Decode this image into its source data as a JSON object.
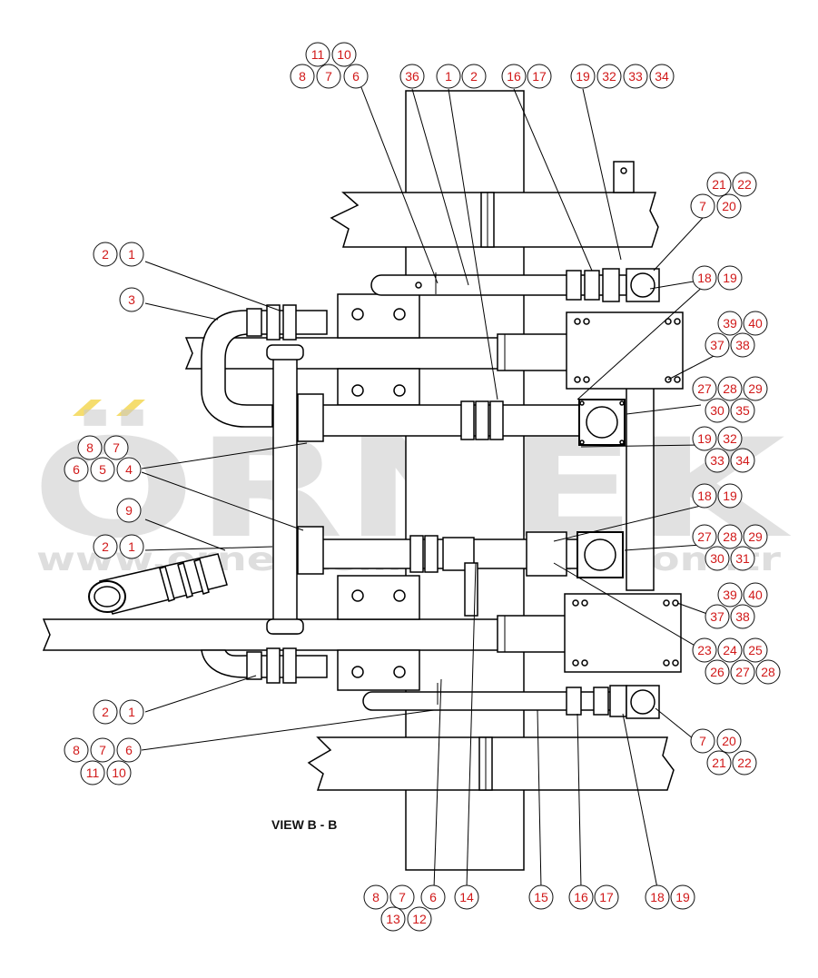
{
  "view_label": "VIEW B - B",
  "watermark": {
    "main": "ÖRNEK",
    "url": "www.orneklismakinalari.com.tr",
    "accent_color": "#f2d44a",
    "text_color": "#c9c9c9"
  },
  "colors": {
    "callout_number": "#d11919",
    "lines": "#000000"
  },
  "callouts": [
    {
      "id": "c1",
      "n": "11"
    },
    {
      "id": "c2",
      "n": "10"
    },
    {
      "id": "c3",
      "n": "8"
    },
    {
      "id": "c4",
      "n": "7"
    },
    {
      "id": "c5",
      "n": "6"
    },
    {
      "id": "c6",
      "n": "36"
    },
    {
      "id": "c7",
      "n": "1"
    },
    {
      "id": "c8",
      "n": "2"
    },
    {
      "id": "c9",
      "n": "16"
    },
    {
      "id": "c10",
      "n": "17"
    },
    {
      "id": "c11",
      "n": "19"
    },
    {
      "id": "c12",
      "n": "32"
    },
    {
      "id": "c13",
      "n": "33"
    },
    {
      "id": "c14",
      "n": "34"
    },
    {
      "id": "c15",
      "n": "21"
    },
    {
      "id": "c16",
      "n": "22"
    },
    {
      "id": "c17",
      "n": "7"
    },
    {
      "id": "c18",
      "n": "20"
    },
    {
      "id": "c19",
      "n": "2"
    },
    {
      "id": "c20",
      "n": "1"
    },
    {
      "id": "c21",
      "n": "3"
    },
    {
      "id": "c22",
      "n": "18"
    },
    {
      "id": "c23",
      "n": "19"
    },
    {
      "id": "c24",
      "n": "39"
    },
    {
      "id": "c25",
      "n": "40"
    },
    {
      "id": "c26",
      "n": "37"
    },
    {
      "id": "c27",
      "n": "38"
    },
    {
      "id": "c28",
      "n": "27"
    },
    {
      "id": "c29",
      "n": "28"
    },
    {
      "id": "c30",
      "n": "29"
    },
    {
      "id": "c31",
      "n": "30"
    },
    {
      "id": "c32",
      "n": "35"
    },
    {
      "id": "c33",
      "n": "8"
    },
    {
      "id": "c34",
      "n": "7"
    },
    {
      "id": "c35",
      "n": "6"
    },
    {
      "id": "c36",
      "n": "5"
    },
    {
      "id": "c37",
      "n": "4"
    },
    {
      "id": "c38",
      "n": "19"
    },
    {
      "id": "c39",
      "n": "32"
    },
    {
      "id": "c40",
      "n": "33"
    },
    {
      "id": "c41",
      "n": "34"
    },
    {
      "id": "c42",
      "n": "9"
    },
    {
      "id": "c43",
      "n": "18"
    },
    {
      "id": "c44",
      "n": "19"
    },
    {
      "id": "c45",
      "n": "2"
    },
    {
      "id": "c46",
      "n": "1"
    },
    {
      "id": "c47",
      "n": "27"
    },
    {
      "id": "c48",
      "n": "28"
    },
    {
      "id": "c49",
      "n": "29"
    },
    {
      "id": "c50",
      "n": "30"
    },
    {
      "id": "c51",
      "n": "31"
    },
    {
      "id": "c52",
      "n": "39"
    },
    {
      "id": "c53",
      "n": "40"
    },
    {
      "id": "c54",
      "n": "37"
    },
    {
      "id": "c55",
      "n": "38"
    },
    {
      "id": "c56",
      "n": "23"
    },
    {
      "id": "c57",
      "n": "24"
    },
    {
      "id": "c58",
      "n": "25"
    },
    {
      "id": "c59",
      "n": "26"
    },
    {
      "id": "c60",
      "n": "27"
    },
    {
      "id": "c61",
      "n": "28"
    },
    {
      "id": "c62",
      "n": "2"
    },
    {
      "id": "c63",
      "n": "1"
    },
    {
      "id": "c64",
      "n": "7"
    },
    {
      "id": "c65",
      "n": "20"
    },
    {
      "id": "c66",
      "n": "21"
    },
    {
      "id": "c67",
      "n": "22"
    },
    {
      "id": "c68",
      "n": "8"
    },
    {
      "id": "c69",
      "n": "7"
    },
    {
      "id": "c70",
      "n": "6"
    },
    {
      "id": "c71",
      "n": "11"
    },
    {
      "id": "c72",
      "n": "10"
    },
    {
      "id": "c73",
      "n": "8"
    },
    {
      "id": "c74",
      "n": "7"
    },
    {
      "id": "c75",
      "n": "6"
    },
    {
      "id": "c76",
      "n": "13"
    },
    {
      "id": "c77",
      "n": "12"
    },
    {
      "id": "c78",
      "n": "14"
    },
    {
      "id": "c79",
      "n": "15"
    },
    {
      "id": "c80",
      "n": "16"
    },
    {
      "id": "c81",
      "n": "17"
    },
    {
      "id": "c82",
      "n": "18"
    },
    {
      "id": "c83",
      "n": "19"
    }
  ]
}
